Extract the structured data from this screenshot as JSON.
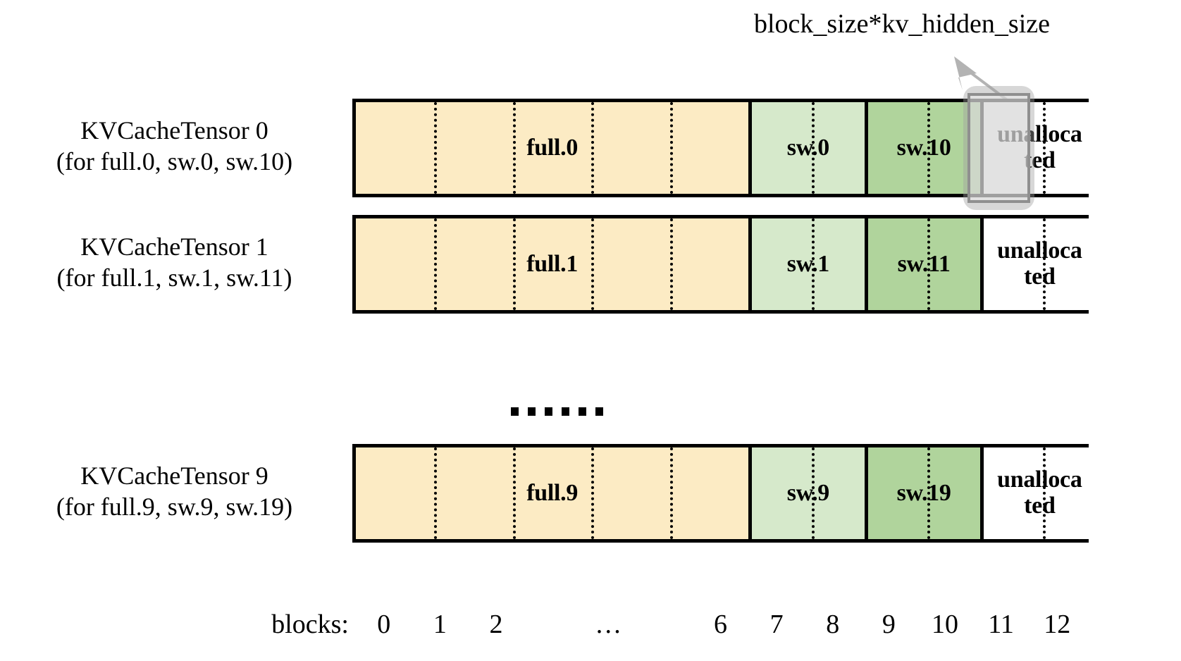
{
  "annotation": {
    "label": "block_size*kv_hidden_size",
    "arrow_icon": "arrow-up-left-icon"
  },
  "colors": {
    "full": "#FCEBC4",
    "sliding_window_light": "#D6E9CB",
    "sliding_window_dark": "#B0D49C",
    "unallocated": "#FFFFFF",
    "border": "#000000",
    "highlight_fill": "rgba(160,160,160,0.42)",
    "highlight_border": "#8f8f8f"
  },
  "rows": [
    {
      "label_line1": "KVCacheTensor 0",
      "label_line2": "(for full.0, sw.0, sw.10)",
      "segments": [
        {
          "name": "full-segment",
          "text": "full.0",
          "color": "#FCEBC4",
          "blocks": 7,
          "dividers": 4
        },
        {
          "name": "sw-light-segment",
          "text": "sw.0",
          "color": "#D6E9CB",
          "blocks": 2,
          "dividers": 1
        },
        {
          "name": "sw-dark-segment",
          "text": "sw.10",
          "color": "#B0D49C",
          "blocks": 2,
          "dividers": 1
        },
        {
          "name": "unallocated-segment",
          "text": "unalloca\nted",
          "color": "#FFFFFF",
          "blocks": 2,
          "dividers": 1
        }
      ],
      "highlighted": true
    },
    {
      "label_line1": "KVCacheTensor 1",
      "label_line2": "(for full.1, sw.1, sw.11)",
      "segments": [
        {
          "name": "full-segment",
          "text": "full.1",
          "color": "#FCEBC4",
          "blocks": 7,
          "dividers": 4
        },
        {
          "name": "sw-light-segment",
          "text": "sw.1",
          "color": "#D6E9CB",
          "blocks": 2,
          "dividers": 1
        },
        {
          "name": "sw-dark-segment",
          "text": "sw.11",
          "color": "#B0D49C",
          "blocks": 2,
          "dividers": 1
        },
        {
          "name": "unallocated-segment",
          "text": "unalloca\nted",
          "color": "#FFFFFF",
          "blocks": 2,
          "dividers": 1
        }
      ],
      "highlighted": false
    },
    {
      "label_line1": "KVCacheTensor 9",
      "label_line2": "(for full.9, sw.9, sw.19)",
      "segments": [
        {
          "name": "full-segment",
          "text": "full.9",
          "color": "#FCEBC4",
          "blocks": 7,
          "dividers": 4
        },
        {
          "name": "sw-light-segment",
          "text": "sw.9",
          "color": "#D6E9CB",
          "blocks": 2,
          "dividers": 1
        },
        {
          "name": "sw-dark-segment",
          "text": "sw.19",
          "color": "#B0D49C",
          "blocks": 2,
          "dividers": 1
        },
        {
          "name": "unallocated-segment",
          "text": "unalloca\nted",
          "color": "#FFFFFF",
          "blocks": 2,
          "dividers": 1
        }
      ],
      "highlighted": false
    }
  ],
  "vertical_ellipsis_dots": 6,
  "blocks_axis": {
    "title": "blocks:",
    "ticks": [
      "0",
      "1",
      "2",
      "…",
      "6",
      "7",
      "8",
      "9",
      "10",
      "11",
      "12"
    ]
  }
}
